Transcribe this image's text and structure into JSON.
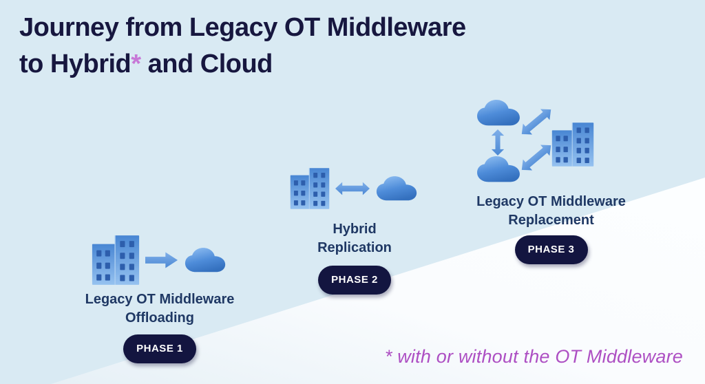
{
  "title": {
    "line1": "Journey from Legacy OT Middleware",
    "line2_before": "to Hybrid",
    "asterisk": "*",
    "line2_after": " and Cloud"
  },
  "phases": [
    {
      "label_line1": "Legacy OT Middleware",
      "label_line2": "Offloading",
      "badge": "PHASE 1",
      "icons": [
        "building-icon",
        "right-arrow-icon",
        "cloud-icon"
      ]
    },
    {
      "label_line1": "Hybrid",
      "label_line2": "Replication",
      "badge": "PHASE 2",
      "icons": [
        "building-icon",
        "horizontal-double-arrow-icon",
        "cloud-icon"
      ]
    },
    {
      "label_line1": "Legacy OT Middleware",
      "label_line2": "Replacement",
      "badge": "PHASE 3",
      "icons": [
        "cloud-icon",
        "vertical-double-arrow-icon",
        "cloud-icon",
        "diagonal-double-arrow-icon",
        "diagonal-double-arrow-icon",
        "building-icon"
      ]
    }
  ],
  "footnote": "* with or without the OT Middleware",
  "colors": {
    "background": "#D9EAF3",
    "wedge": "#FBFDFE",
    "title_text": "#17173F",
    "title_asterisk": "#C778D7",
    "label_text": "#1F3864",
    "badge_bg": "#131540",
    "badge_text": "#FFFFFF",
    "footnote_purple": "#AD4FC3",
    "icon_blue_light": "#8FBEF2",
    "icon_blue_mid": "#4E8CD9",
    "icon_blue_dark": "#3470BE",
    "window_blue": "#2D5EAC"
  }
}
